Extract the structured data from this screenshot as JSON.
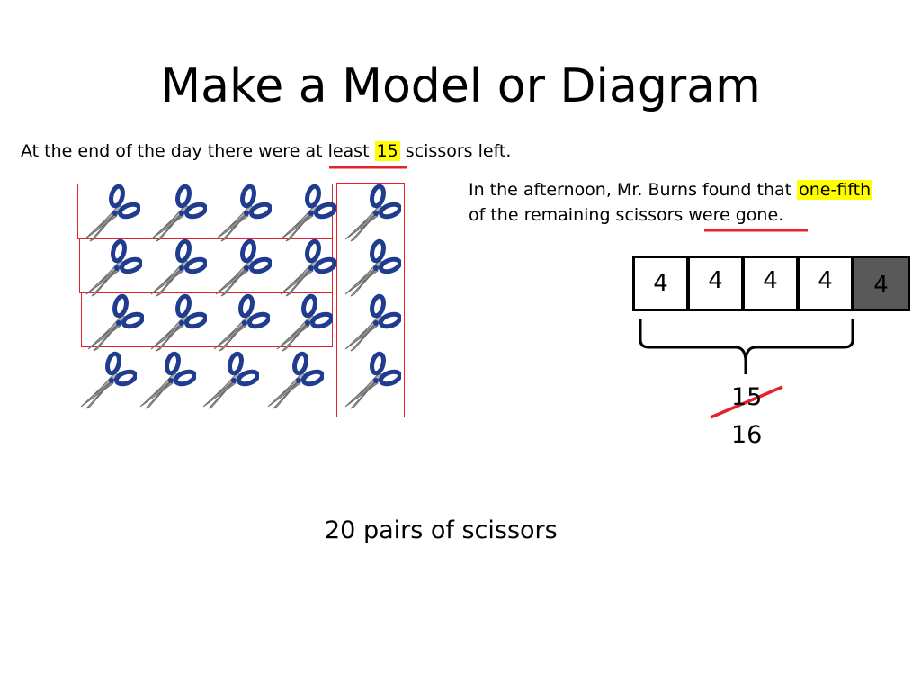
{
  "title": "Make a Model or Diagram",
  "statement1": {
    "before": "At the end of the day there were ",
    "underlined": "at least",
    "space": " ",
    "highlight": "15",
    "after": " scissors left."
  },
  "statement2": {
    "line1_before": "In the afternoon, Mr. Burns found that ",
    "line1_highlight": "one-fifth",
    "line2_before": "of the remaining scissors ",
    "line2_underlined": "were gone",
    "line2_after": "."
  },
  "scissors_count": 20,
  "tape_diagram": {
    "cells": [
      "4",
      "4",
      "4",
      "4",
      "4"
    ],
    "shaded_index": 4,
    "total_crossed": "15",
    "total_correct": "16"
  },
  "answer": "20 pairs of scissors",
  "colors": {
    "highlight": "#ffff00",
    "underline_red": "#e8202a",
    "scissor_handle": "#1f3c8f",
    "scissor_blade": "#9a9a9a",
    "shaded_cell": "#595959"
  },
  "icon": "scissors-icon"
}
